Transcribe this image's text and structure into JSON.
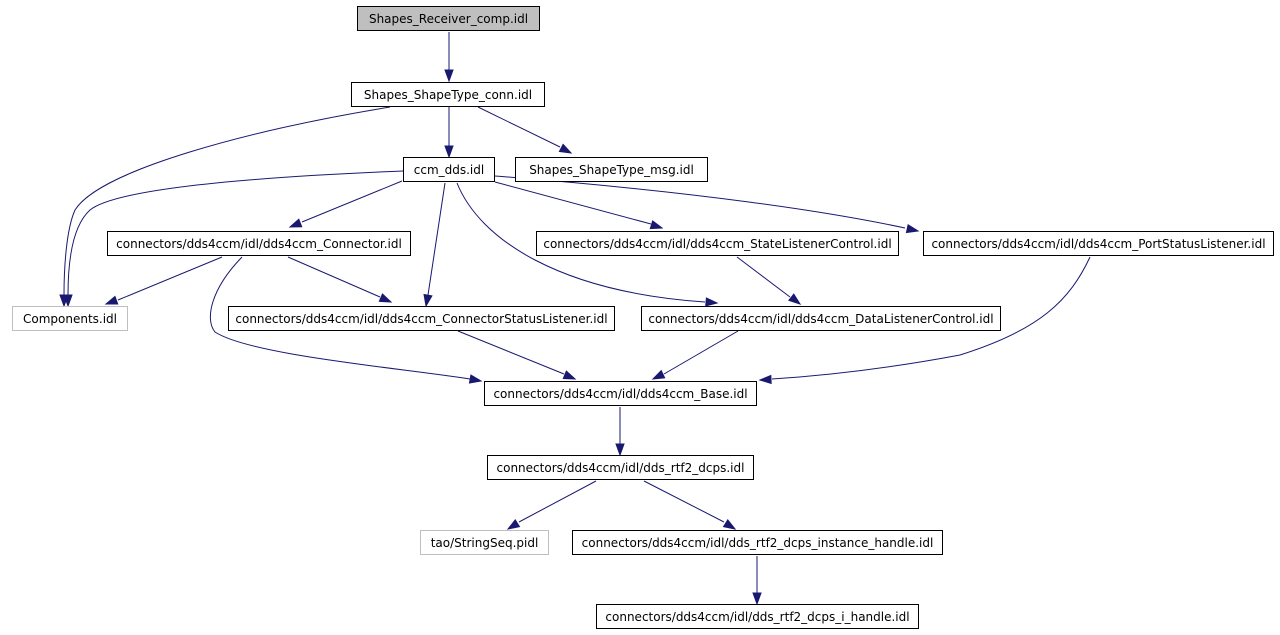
{
  "colors": {
    "edge": "#191970",
    "node_border": "#000000",
    "root_fill": "#bfbfbf",
    "external_border": "#bfbfbf"
  },
  "nodes": {
    "root": "Shapes_Receiver_comp.idl",
    "conn": "Shapes_ShapeType_conn.idl",
    "ccm_dds": "ccm_dds.idl",
    "msg": "Shapes_ShapeType_msg.idl",
    "connector": "connectors/dds4ccm/idl/dds4ccm_Connector.idl",
    "state_listener": "connectors/dds4ccm/idl/dds4ccm_StateListenerControl.idl",
    "port_status": "connectors/dds4ccm/idl/dds4ccm_PortStatusListener.idl",
    "components": "Components.idl",
    "connector_status": "connectors/dds4ccm/idl/dds4ccm_ConnectorStatusListener.idl",
    "data_listener": "connectors/dds4ccm/idl/dds4ccm_DataListenerControl.idl",
    "base": "connectors/dds4ccm/idl/dds4ccm_Base.idl",
    "rtf2_dcps": "connectors/dds4ccm/idl/dds_rtf2_dcps.idl",
    "string_seq": "tao/StringSeq.pidl",
    "instance_handle": "connectors/dds4ccm/idl/dds_rtf2_dcps_instance_handle.idl",
    "i_handle": "connectors/dds4ccm/idl/dds_rtf2_dcps_i_handle.idl"
  }
}
